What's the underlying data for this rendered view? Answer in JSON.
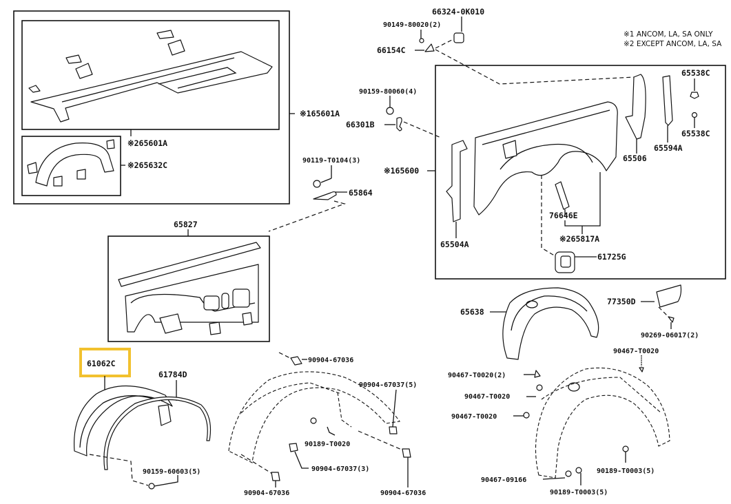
{
  "notes": [
    "※1 ANCOM, LA, SA  ONLY",
    "※2 EXCEPT  ANCOM, LA, SA"
  ],
  "highlighted_part": "61062C",
  "highlight_color": "#f2c12e",
  "labels": {
    "p66324_0K010": "66324-0K010",
    "p90149_80020": "90149-80020(2)",
    "p66154C": "66154C",
    "p90159_80060": "90159-80060(4)",
    "p66301B": "66301B",
    "p165601A": "※165601A",
    "p265601A": "※265601A",
    "p265632C": "※265632C",
    "p90119_T0104": "90119-T0104(3)",
    "p65864": "65864",
    "p165600": "※165600",
    "p65827": "65827",
    "p65538C_top": "65538C",
    "p65538C_bot": "65538C",
    "p65506": "65506",
    "p65594A": "65594A",
    "p65504A": "65504A",
    "p76646E": "76646E",
    "p265817A": "※265817A",
    "p61725G": "61725G",
    "p65638": "65638",
    "p77350D": "77350D",
    "p90269_06017": "90269-06017(2)",
    "p90467_T0020_a": "90467-T0020",
    "p90467_T0020_2": "90467-T0020(2)",
    "p90467_T0020_b": "90467-T0020",
    "p90467_T0020_c": "90467-T0020",
    "p90467_09166": "90467-09166",
    "p90189_T0003_a": "90189-T0003(5)",
    "p90189_T0003_b": "90189-T0003(5)",
    "p61062C": "61062C",
    "p61784D": "61784D",
    "p90159_60603": "90159-60603(5)",
    "p90904_67036_a": "90904-67036",
    "p90904_67037_5": "90904-67037(5)",
    "p90189_T0020": "90189-T0020",
    "p90904_67037_3": "90904-67037(3)",
    "p90904_67036_b": "90904-67036",
    "p90904_67036_c": "90904-67036"
  }
}
